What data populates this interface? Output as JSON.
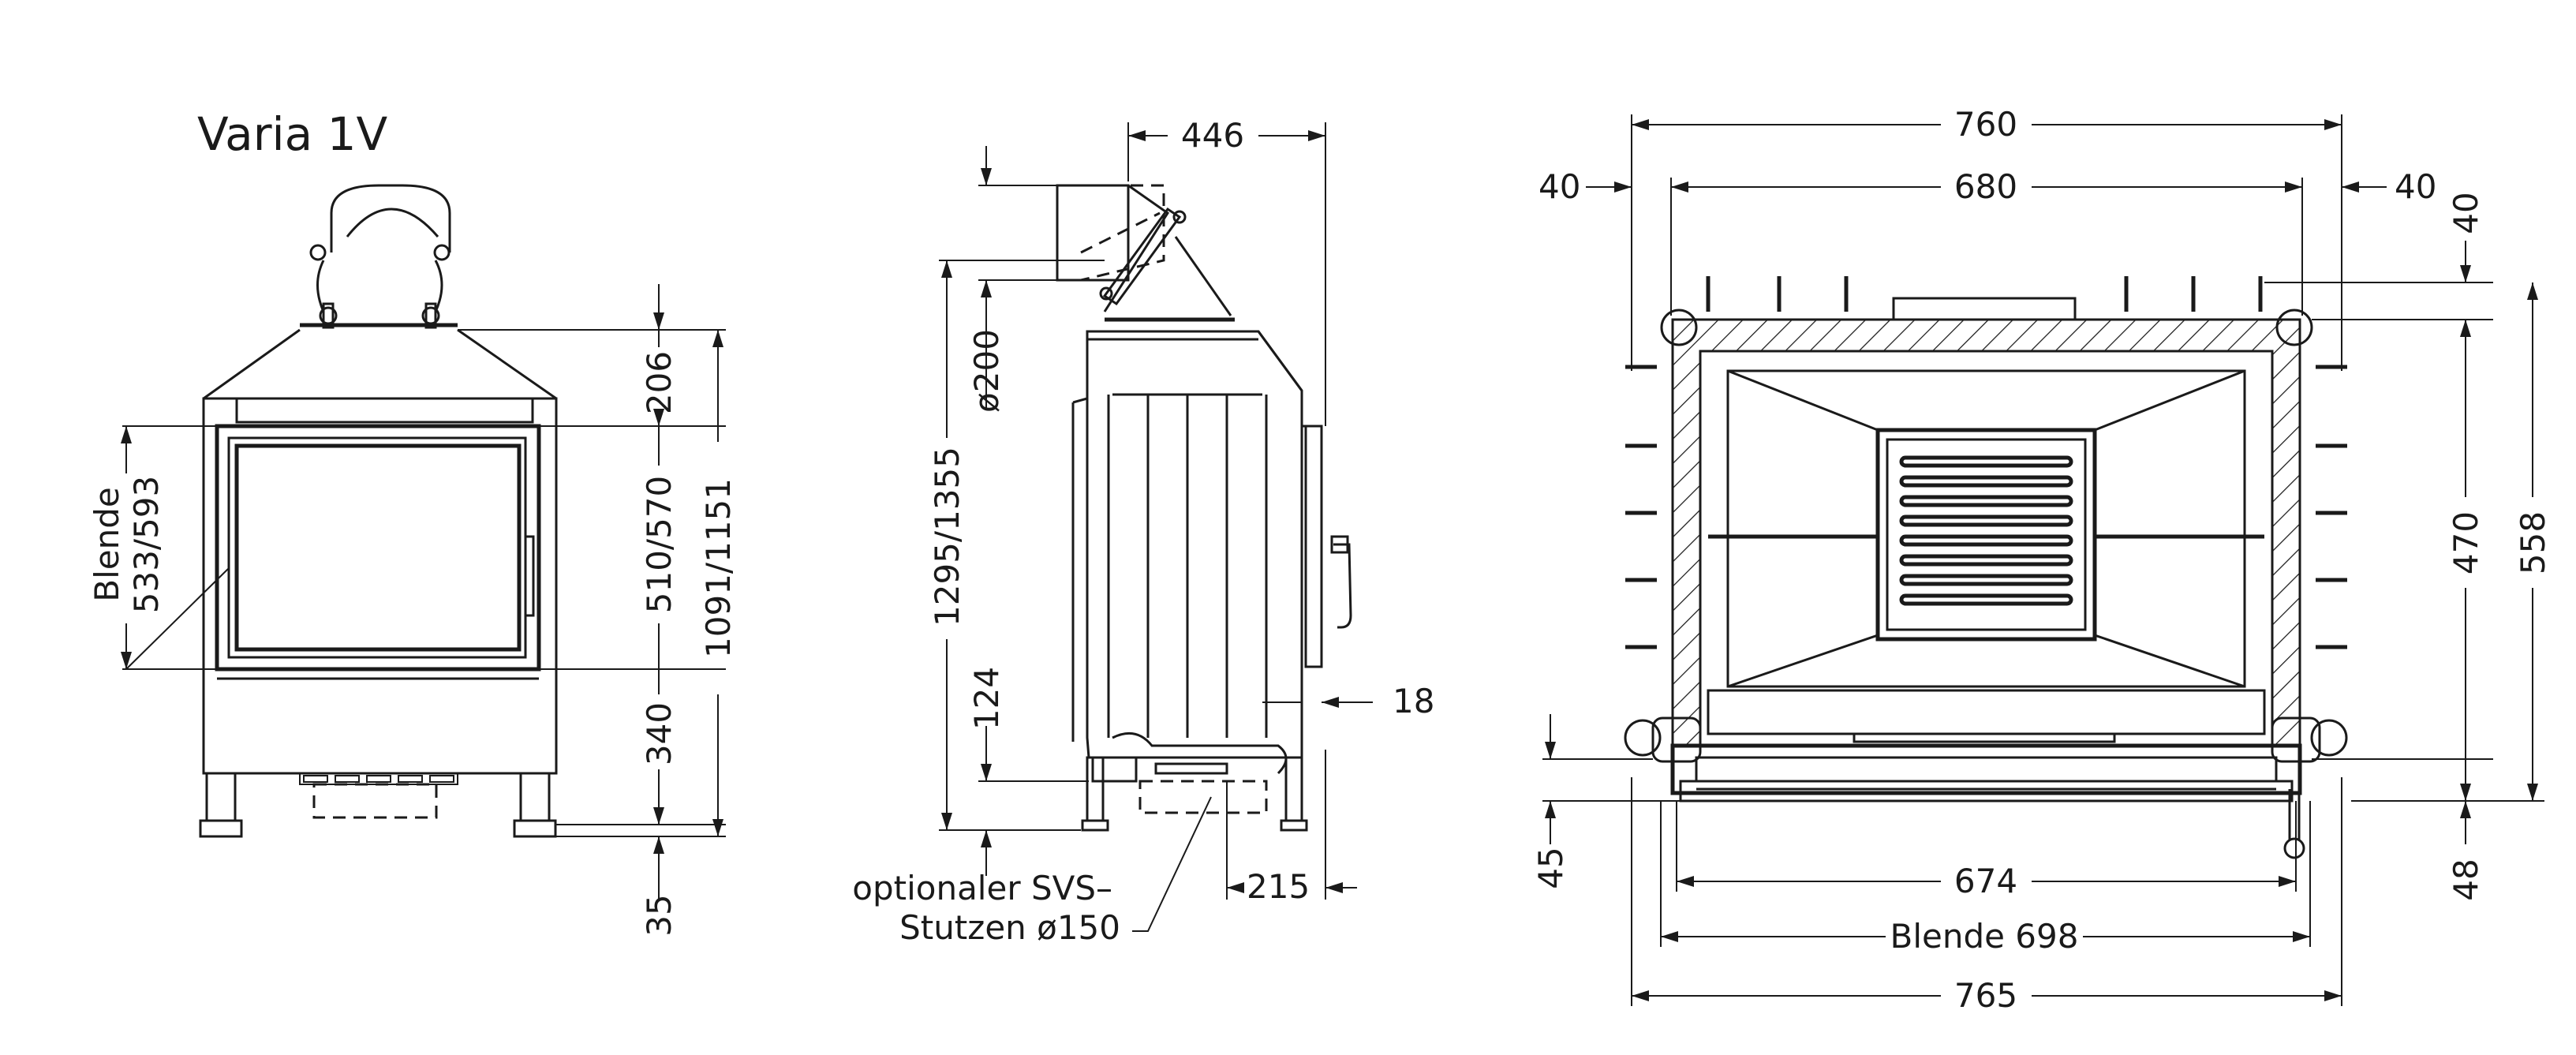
{
  "title": "Varia  1V",
  "front_view": {
    "blende_label": "Blende",
    "blende_value": "533/593",
    "dim_206": "206",
    "dim_510": "510/570",
    "dim_1091": "1091/1151",
    "dim_340": "340",
    "dim_35": "35"
  },
  "side_view": {
    "dim_446": "446",
    "dim_200": "ø200",
    "dim_1295": "1295/1355",
    "dim_124": "124",
    "dim_18": "18",
    "dim_215": "215",
    "note_line1": "optionaler SVS–",
    "note_line2": "Stutzen ø150"
  },
  "top_view": {
    "dim_760": "760",
    "dim_680": "680",
    "dim_40_left": "40",
    "dim_40_right": "40",
    "dim_40_vert": "40",
    "dim_470": "470",
    "dim_558": "558",
    "dim_45": "45",
    "dim_48": "48",
    "dim_674": "674",
    "blende_698": "Blende  698",
    "dim_765": "765"
  }
}
